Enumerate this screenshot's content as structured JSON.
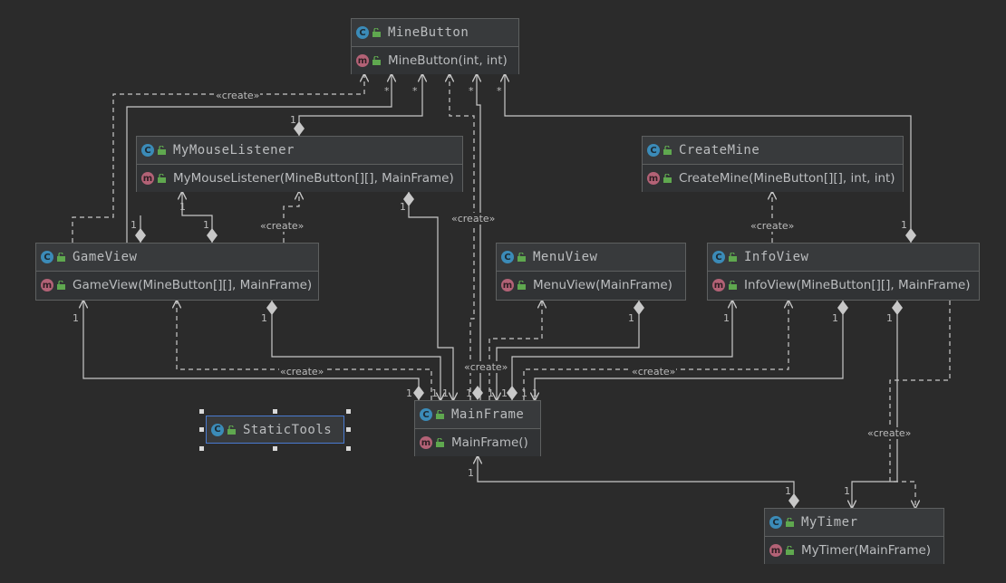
{
  "classes": {
    "minebutton": {
      "name": "MineButton",
      "member": "MineButton(int, int)"
    },
    "mymouse": {
      "name": "MyMouseListener",
      "member": "MyMouseListener(MineButton[][], MainFrame)"
    },
    "createmine": {
      "name": "CreateMine",
      "member": "CreateMine(MineButton[][], int, int)"
    },
    "gameview": {
      "name": "GameView",
      "member": "GameView(MineButton[][], MainFrame)"
    },
    "menuview": {
      "name": "MenuView",
      "member": "MenuView(MainFrame)"
    },
    "infoview": {
      "name": "InfoView",
      "member": "InfoView(MineButton[][], MainFrame)"
    },
    "mainframe": {
      "name": "MainFrame",
      "member": "MainFrame()"
    },
    "statictools": {
      "name": "StaticTools"
    },
    "mytimer": {
      "name": "MyTimer",
      "member": "MyTimer(MainFrame)"
    }
  },
  "icons": {
    "class": "C",
    "method": "m"
  },
  "labels": {
    "create": "«create»",
    "one": "1",
    "many": "*"
  },
  "colors": {
    "background": "#2b2b2b",
    "line": "#c8c8c8",
    "class_icon": "#3b8bb8",
    "method_icon": "#b36276",
    "lock": "#5fa84f",
    "selection": "#4a7bd1"
  }
}
